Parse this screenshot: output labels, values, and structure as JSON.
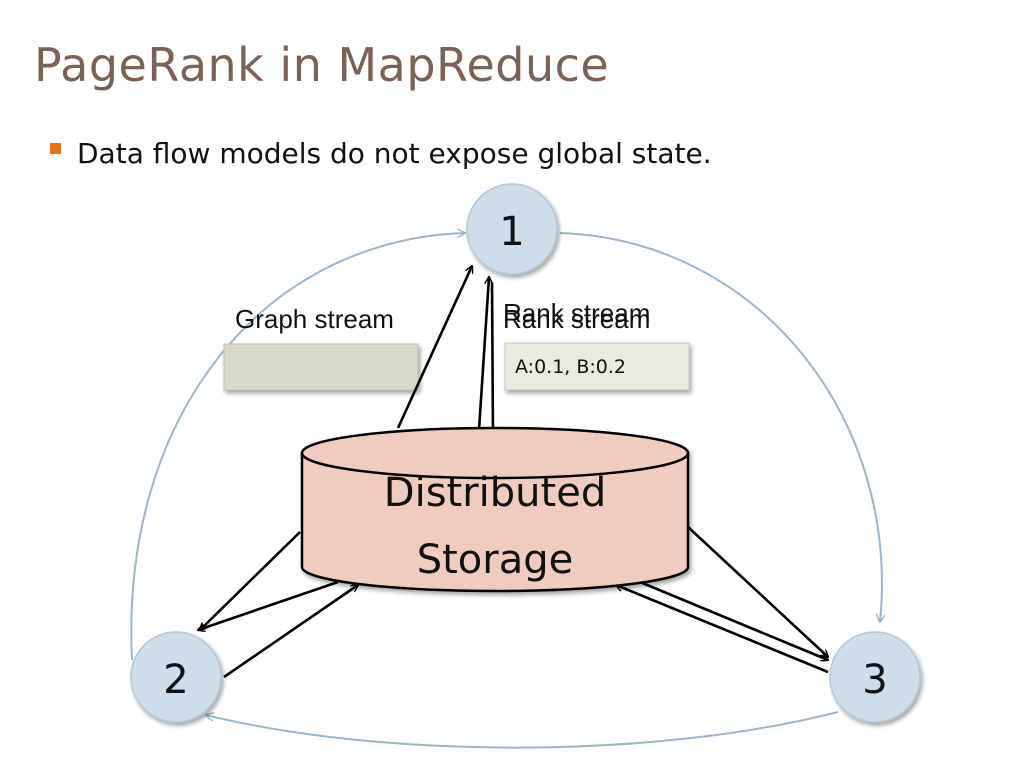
{
  "slide": {
    "title": "PageRank in MapReduce",
    "bullet": "Data flow models do not expose global state."
  },
  "diagram": {
    "nodes": [
      {
        "id": "node-1",
        "label": "1"
      },
      {
        "id": "node-2",
        "label": "2"
      },
      {
        "id": "node-3",
        "label": "3"
      }
    ],
    "storage": {
      "line1": "Distributed",
      "line2": "Storage"
    },
    "graph_stream": {
      "label": "Graph stream",
      "content": ""
    },
    "rank_stream": {
      "label": "Rank stream",
      "content": "A:0.1, B:0.2"
    }
  },
  "colors": {
    "title": "#7a6356",
    "bullet_marker": "#e8701a",
    "node_fill": "#cfdde9",
    "storage_fill": "#f0cbbf",
    "graph_box": "#d8d9c9",
    "rank_box": "#eaeadf",
    "ring_arrow": "#9bb5cf"
  },
  "icons": {
    "bullet": "square-bullet-icon"
  }
}
